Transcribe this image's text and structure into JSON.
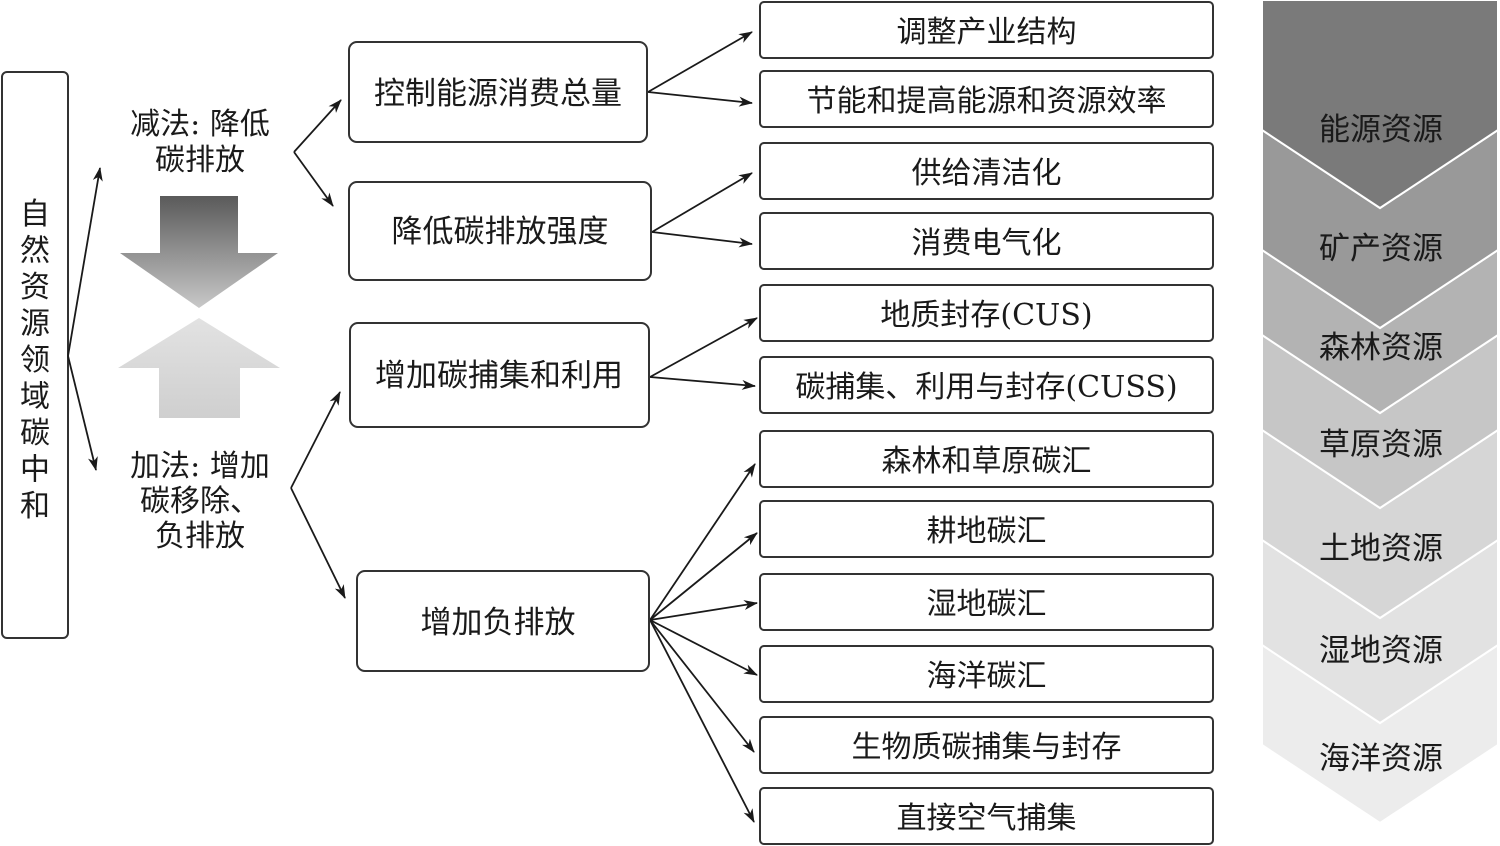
{
  "root": {
    "title_chars": [
      "自",
      "然",
      "资",
      "源",
      "领",
      "域",
      "碳",
      "中",
      "和"
    ]
  },
  "branches": {
    "subtract": {
      "line1": "减法: 降低",
      "line2": "碳排放"
    },
    "add": {
      "line1": "加法: 增加",
      "line2": "碳移除、",
      "line3": "负排放"
    }
  },
  "categories": [
    "控制能源消费总量",
    "降低碳排放强度",
    "增加碳捕集和利用",
    "增加负排放"
  ],
  "measures": [
    "调整产业结构",
    "节能和提高能源和资源效率",
    "供给清洁化",
    "消费电气化",
    "地质封存(CUS)",
    "碳捕集、利用与封存(CUSS)",
    "森林和草原碳汇",
    "耕地碳汇",
    "湿地碳汇",
    "海洋碳汇",
    "生物质碳捕集与封存",
    "直接空气捕集"
  ],
  "resources": [
    {
      "label": "能源资源",
      "color": "#7a7a7a"
    },
    {
      "label": "矿产资源",
      "color": "#999999"
    },
    {
      "label": "森林资源",
      "color": "#b3b3b3"
    },
    {
      "label": "草原资源",
      "color": "#c6c6c6"
    },
    {
      "label": "土地资源",
      "color": "#d6d6d6"
    },
    {
      "label": "湿地资源",
      "color": "#e2e2e2"
    },
    {
      "label": "海洋资源",
      "color": "#ececec"
    }
  ],
  "colors": {
    "down_arrow_top": "#5a5a5a",
    "down_arrow_bottom": "#c8c8c8",
    "up_arrow": "#d4d4d4"
  }
}
